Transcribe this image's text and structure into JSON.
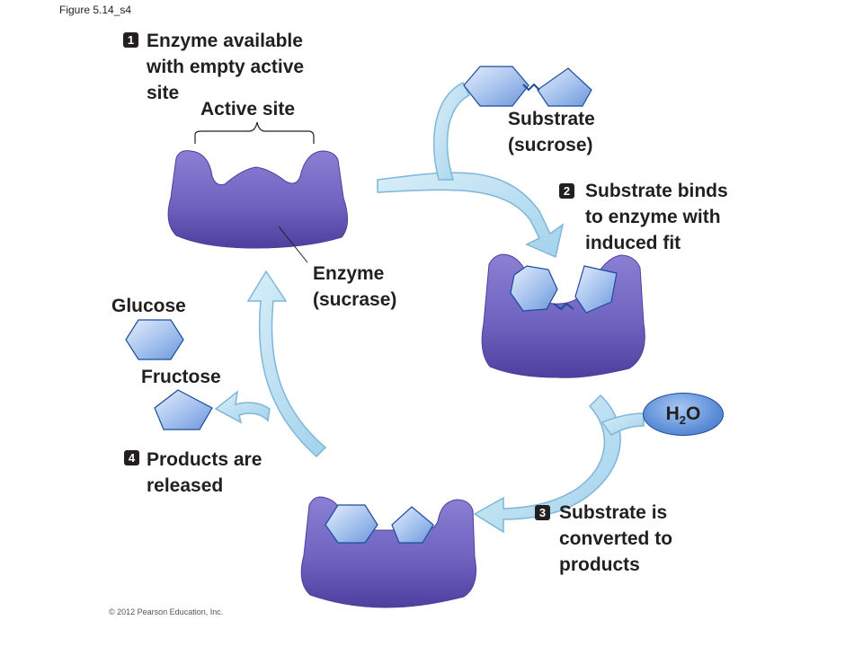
{
  "figure_label": "Figure 5.14_s4",
  "copyright": "© 2012 Pearson Education, Inc.",
  "steps": [
    {
      "number": "1",
      "lines": [
        "Enzyme available",
        "with empty active",
        "site"
      ]
    },
    {
      "number": "2",
      "lines": [
        "Substrate binds",
        "to enzyme with",
        "induced fit"
      ]
    },
    {
      "number": "3",
      "lines": [
        "Substrate is",
        "converted to",
        "products"
      ]
    },
    {
      "number": "4",
      "lines": [
        "Products are",
        "released"
      ]
    }
  ],
  "labels": {
    "active_site": "Active site",
    "substrate": [
      "Substrate",
      "(sucrose)"
    ],
    "enzyme": [
      "Enzyme",
      "(sucrase)"
    ],
    "glucose": "Glucose",
    "fructose": "Fructose",
    "water": {
      "base": "H",
      "sub": "2",
      "tail": "O"
    }
  },
  "colors": {
    "enzyme": "#7468c4",
    "enzyme_dark": "#4d3f9e",
    "molecule": "#8fb2ea",
    "arrow": "#a9d6ee",
    "text": "#231f20"
  }
}
